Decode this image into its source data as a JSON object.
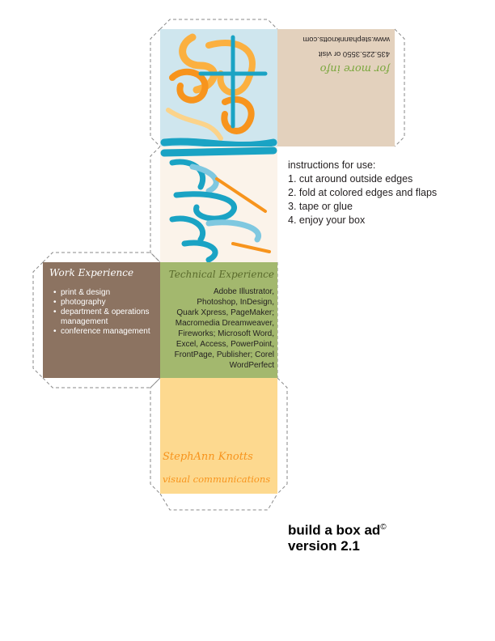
{
  "contact": {
    "url": "www.stephannknotts.com",
    "phone_line": "435.225.3550 or visit",
    "more_info": "for more info"
  },
  "logo": {
    "text_top": "Steph",
    "text_bottom": "design"
  },
  "instructions": {
    "heading": "instructions for use:",
    "steps": [
      "1. cut around outside edges",
      "2. fold at colored edges and flaps",
      "3. tape or glue",
      "4. enjoy your box"
    ]
  },
  "work": {
    "heading": "Work Experience",
    "items": [
      "print & design",
      "photography",
      "department & operations management",
      "conference management"
    ]
  },
  "technical": {
    "heading": "Technical Experience",
    "lines": [
      "Adobe Illustrator,",
      "Photoshop, InDesign,",
      "Quark Xpress, PageMaker;",
      "Macromedia Dreamweaver,",
      "Fireworks; Microsoft Word,",
      "Excel, Access, PowerPoint,",
      "FrontPage, Publisher; Corel",
      "WordPerfect"
    ]
  },
  "name_panel": {
    "name": "StephAnn Knotts",
    "tagline": "visual communications"
  },
  "title": {
    "line1": "build a box ad",
    "copyright": "©",
    "line2": "version 2.1"
  },
  "colors": {
    "sky": "#cfe6ee",
    "tan": "#e3d1bd",
    "cream": "#fbf3ea",
    "brown": "#8c7361",
    "green": "#a3b86e",
    "yellow": "#fdd98f",
    "orange": "#f7941d",
    "teal": "#1aa3c4",
    "light_teal": "#7fc8e0"
  }
}
